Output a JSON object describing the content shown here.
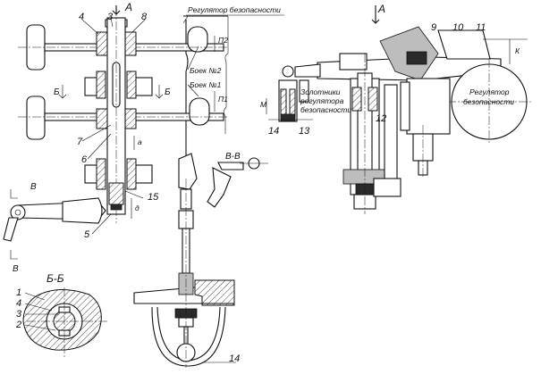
{
  "labels": {
    "view_a_left": "А",
    "view_a_right": "А",
    "regulator_top": "Регулятор безопасности",
    "regulator_circle_line1": "Регулятор",
    "regulator_circle_line2": "безопасности",
    "striker2": "Боек №2",
    "striker1": "Боек №1",
    "valves_line1": "Золотники",
    "valves_line2": "регулятора",
    "valves_line3": "безопасности",
    "section_bb": "Б-Б",
    "section_vv": "В-В",
    "cut_b_left": "Б",
    "cut_b_right": "Б",
    "cut_v_top": "В",
    "cut_v_bottom": "В",
    "dim_p2": "П2",
    "dim_p1": "П1",
    "dim_a": "а",
    "dim_d": "д",
    "dim_m": "М",
    "dim_k": "К"
  },
  "part_numbers": {
    "n1": "1",
    "n2": "2",
    "n3_top": "3",
    "n3_sec": "3",
    "n4_top": "4",
    "n4_sec": "4",
    "n5": "5",
    "n6": "6",
    "n7": "7",
    "n8": "8",
    "n9": "9",
    "n10": "10",
    "n11": "11",
    "n12": "12",
    "n13": "13",
    "n14_right": "14",
    "n14_bottom": "14",
    "n15": "15"
  }
}
